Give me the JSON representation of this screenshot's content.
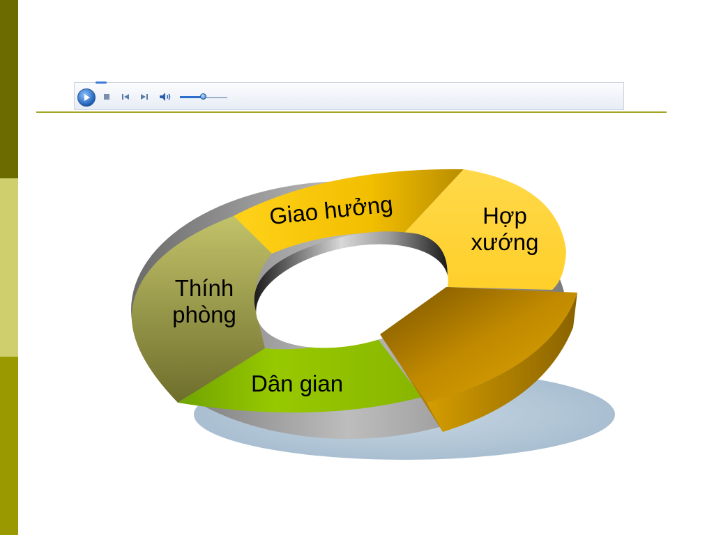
{
  "segments": [
    {
      "label": "Giao hưởng"
    },
    {
      "label_line1": "Hợp",
      "label_line2": "xướng"
    },
    {
      "label": "Dân gian"
    },
    {
      "label_line1": "Thính",
      "label_line2": "phòng"
    }
  ],
  "player": {
    "icons": [
      "play-icon",
      "stop-icon",
      "previous-icon",
      "next-icon",
      "volume-icon"
    ]
  },
  "colors": {
    "sidebar_dark": "#6b6b00",
    "sidebar_light": "#cfcf6e",
    "sidebar_mid": "#9a9a00",
    "rule": "#a3a324",
    "segment_yellow": "#f7c40a",
    "segment_light_yellow": "#ffd63a",
    "segment_green": "#8fbf00",
    "segment_olive": "#8f8f40",
    "segment_exploded": "#c88f00",
    "shadow": "#b9cbd9"
  }
}
